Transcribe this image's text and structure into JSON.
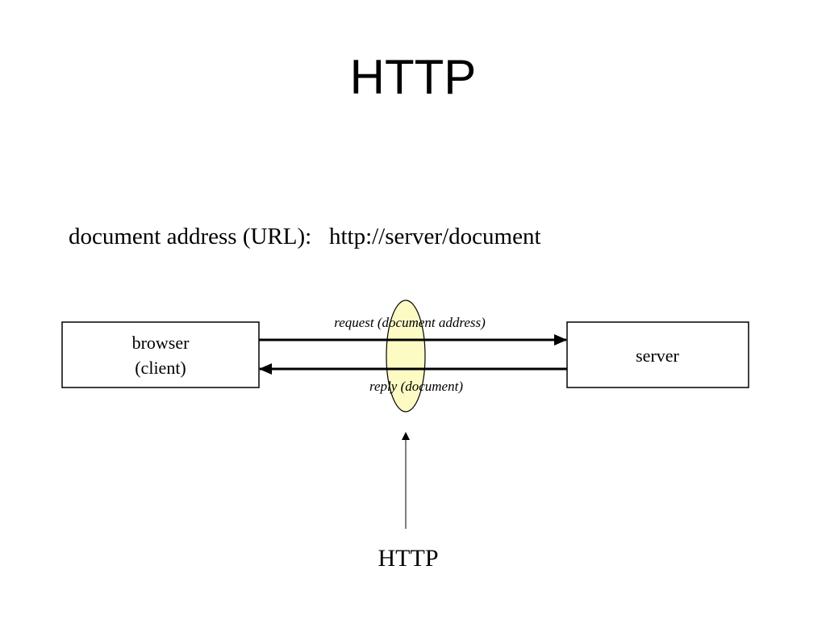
{
  "slide": {
    "title": "HTTP",
    "url_line": {
      "label": "document address (URL):",
      "value": "http://server/document"
    }
  },
  "diagram": {
    "client_box": {
      "line1": "browser",
      "line2": "(client)"
    },
    "server_box": {
      "label": "server"
    },
    "request_label": "request (document address)",
    "reply_label": "reply (document)",
    "protocol_label": "HTTP",
    "colors": {
      "stroke": "#000000",
      "highlight_fill": "#fdfbc4"
    }
  }
}
